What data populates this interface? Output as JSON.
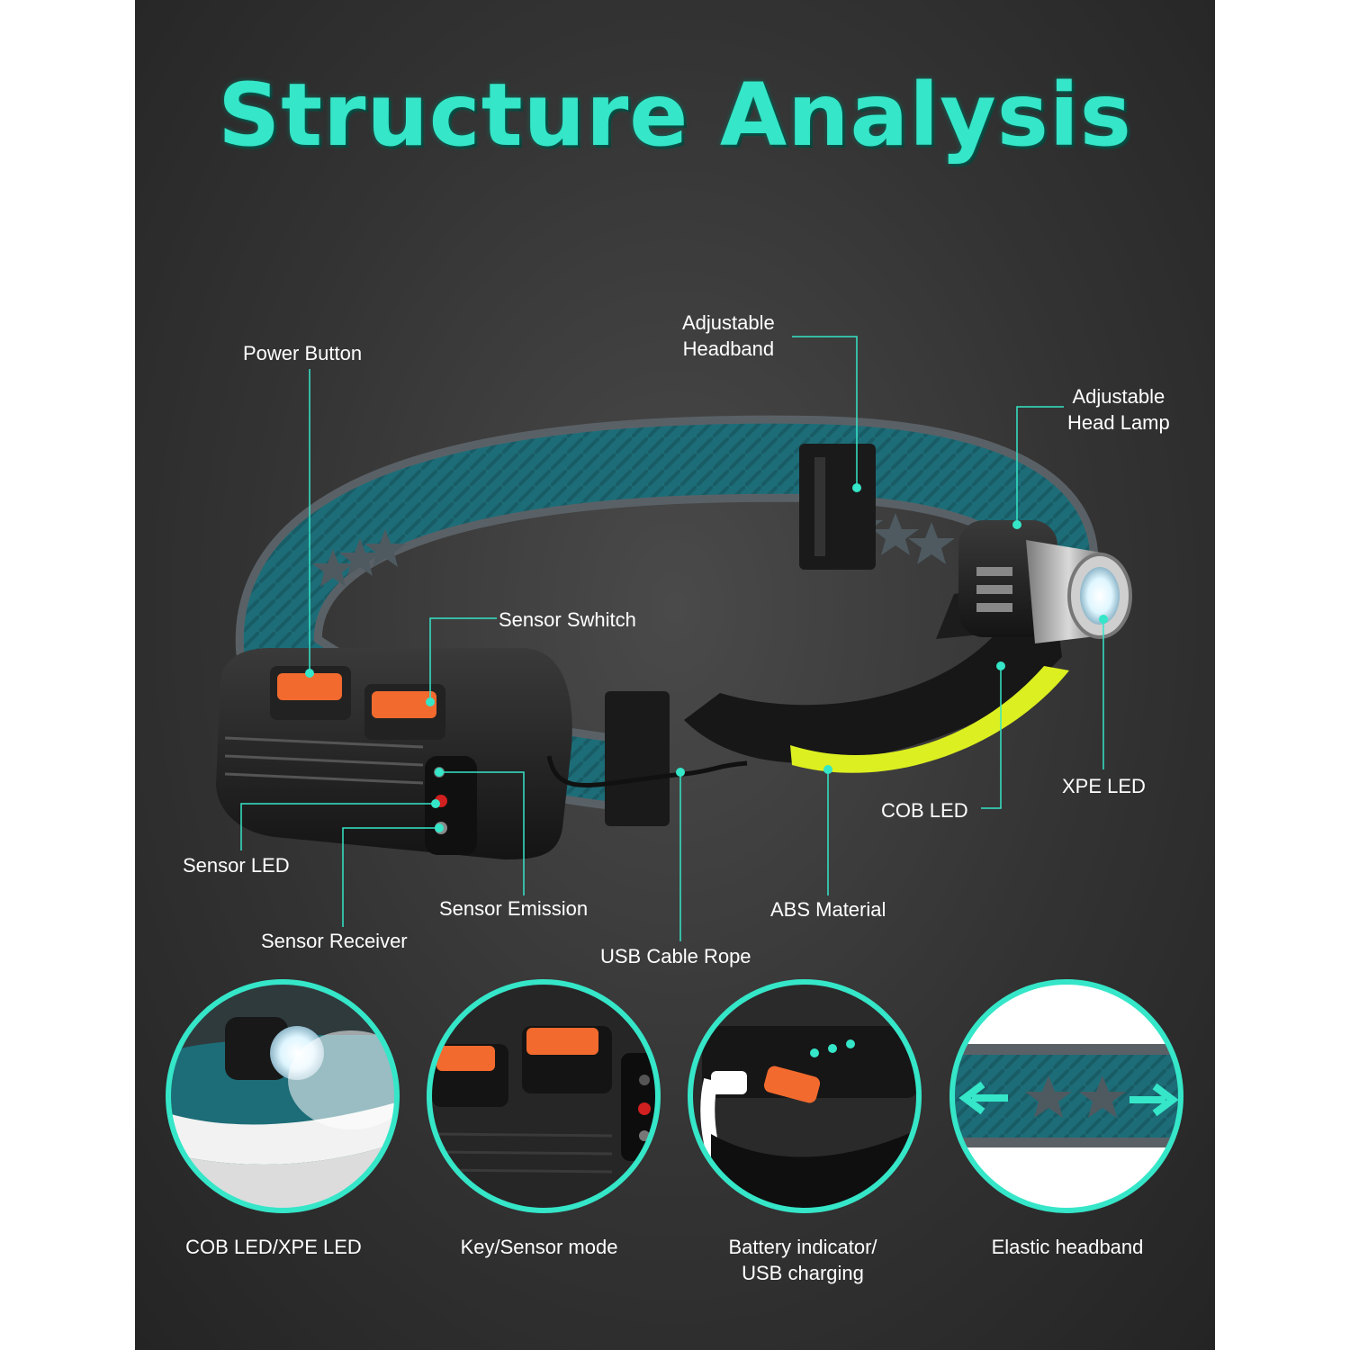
{
  "title": "Structure Analysis",
  "accent_color": "#35e6c8",
  "background_color": "#333333",
  "callouts": {
    "power_button": "Power Button",
    "adjustable_headband": "Adjustable\nHeadband",
    "adjustable_head_lamp": "Adjustable\nHead Lamp",
    "sensor_switch": "Sensor Swhitch",
    "xpe_led": "XPE LED",
    "cob_led": "COB LED",
    "sensor_led": "Sensor LED",
    "sensor_emission": "Sensor Emission",
    "abs_material": "ABS Material",
    "sensor_receiver": "Sensor Receiver",
    "usb_cable_rope": "USB Cable Rope"
  },
  "features": [
    {
      "caption": "COB LED/XPE LED"
    },
    {
      "caption": "Key/Sensor mode"
    },
    {
      "caption": "Battery indicator/\nUSB charging"
    },
    {
      "caption": "Elastic headband"
    }
  ]
}
